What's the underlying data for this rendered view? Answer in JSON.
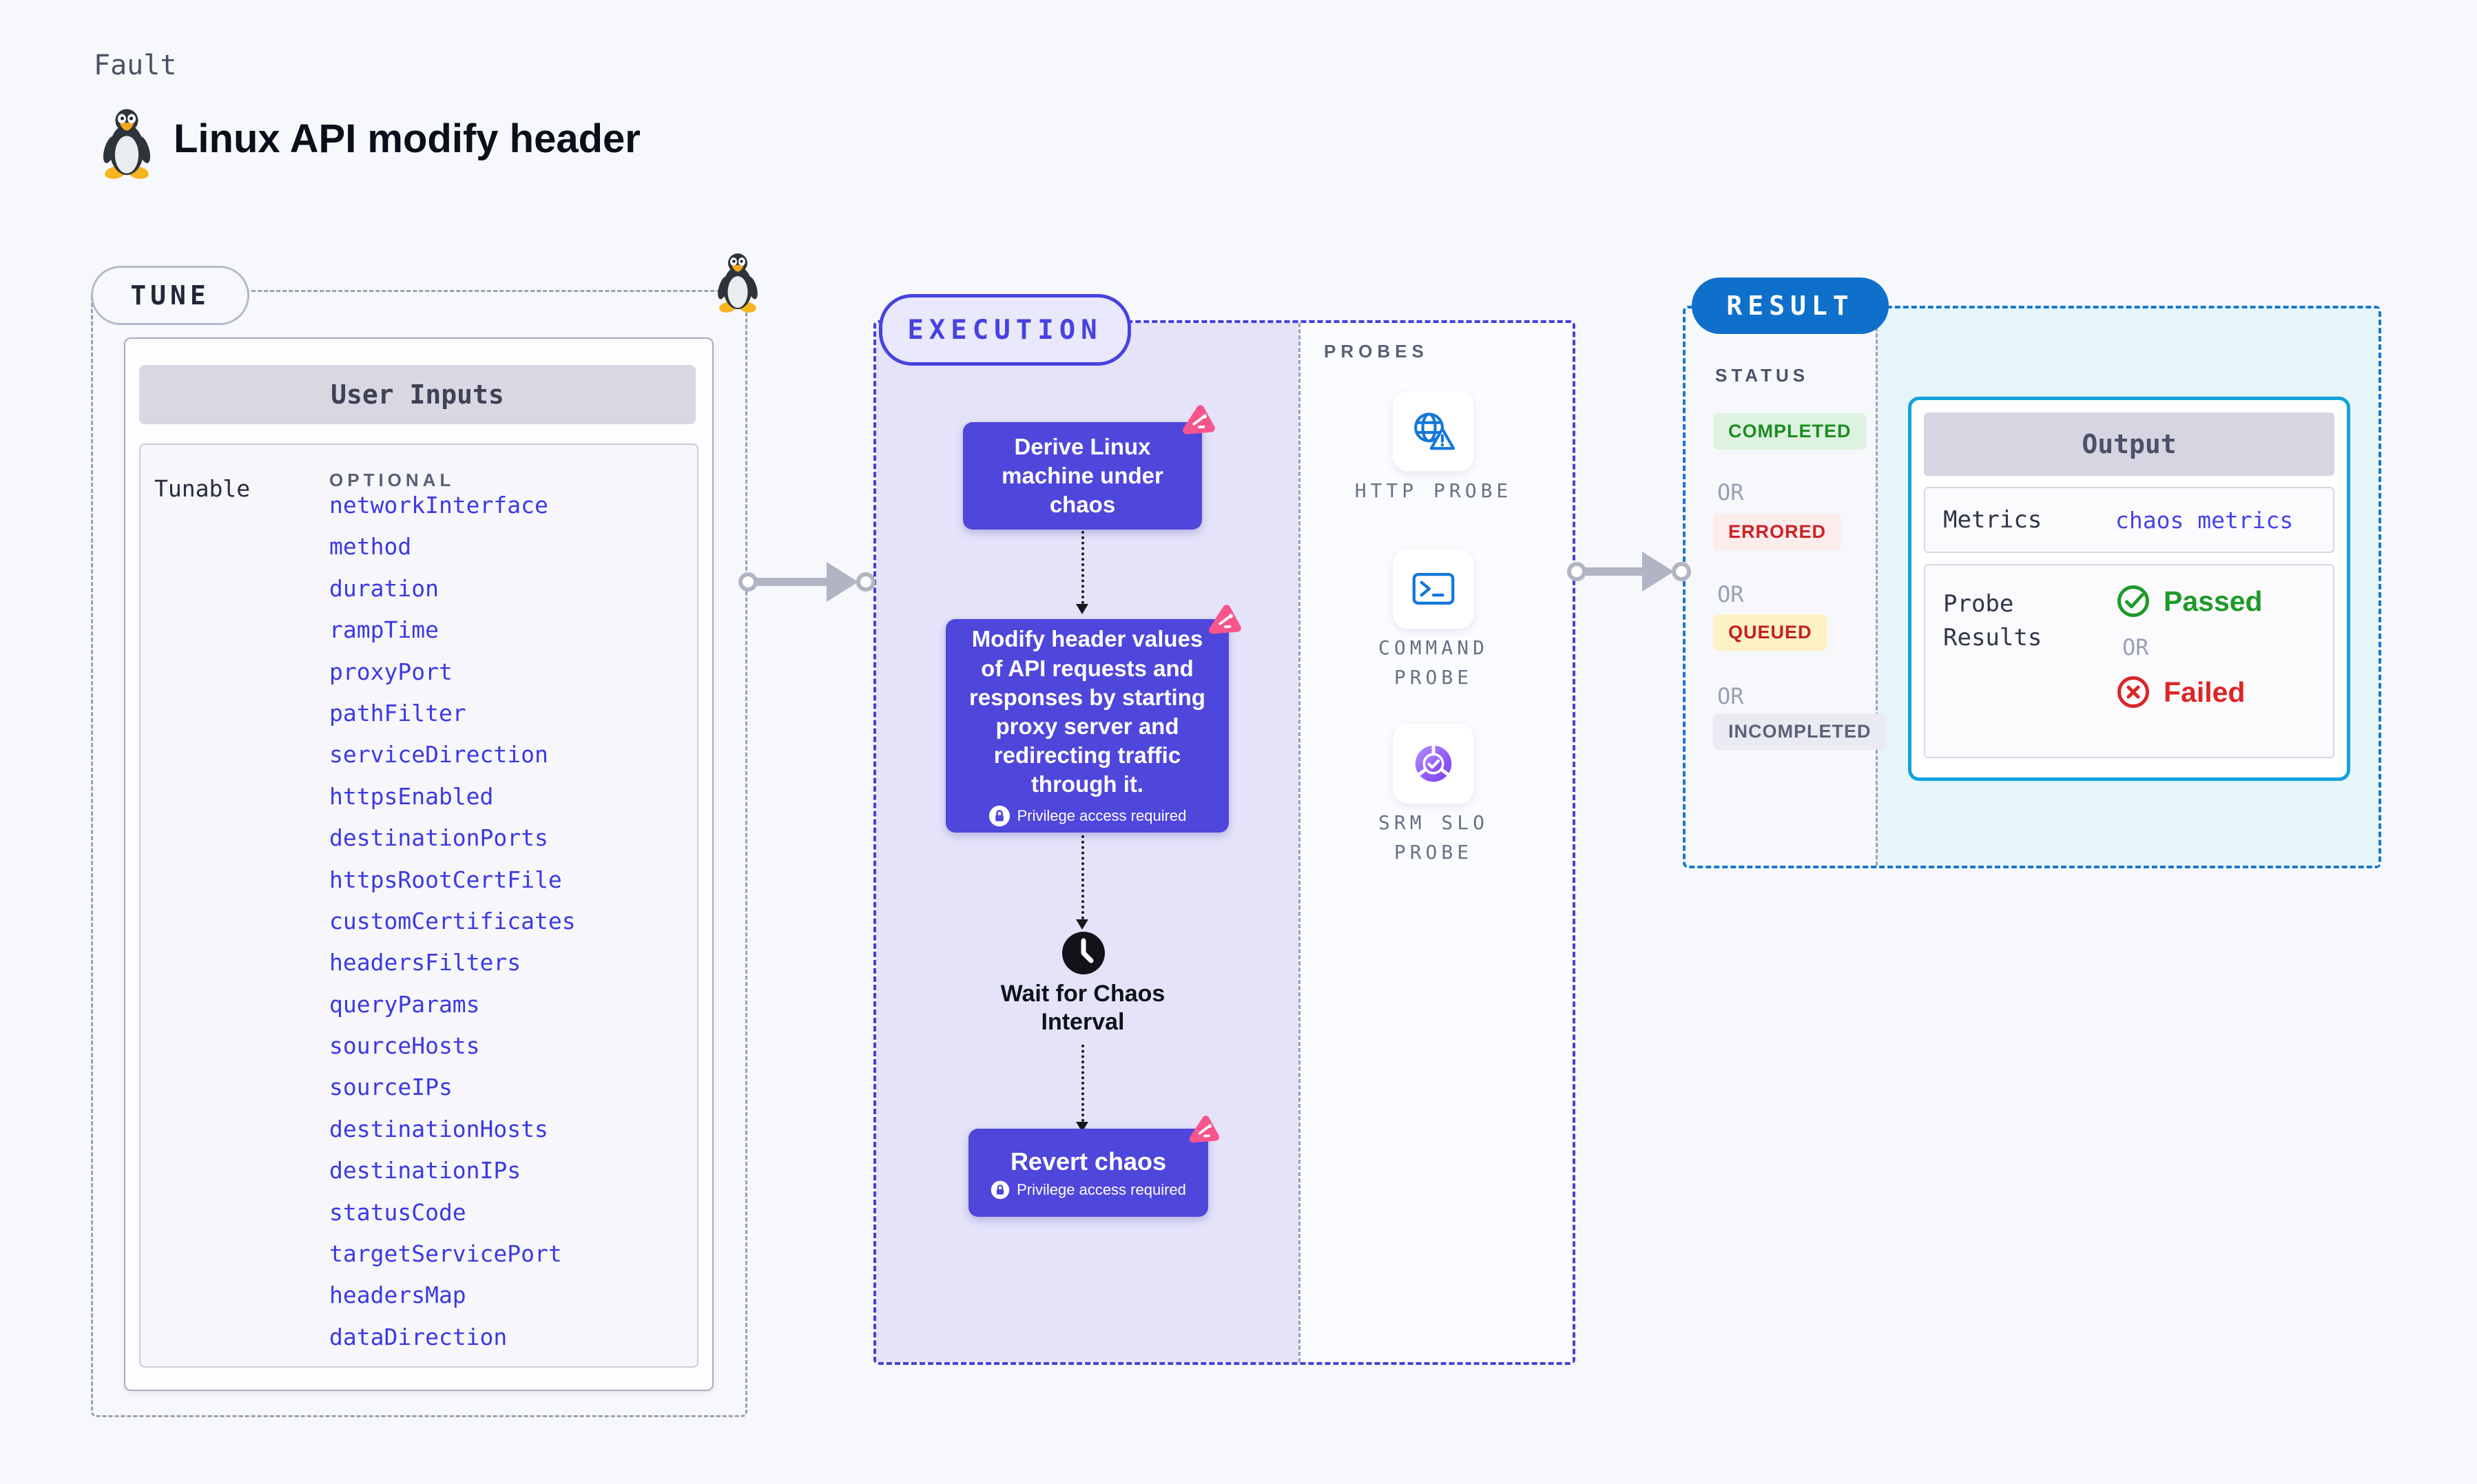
{
  "header": {
    "category": "Fault",
    "title": "Linux API modify header"
  },
  "tune": {
    "badge": "TUNE",
    "table": {
      "title": "User Inputs",
      "row_label": "Tunable",
      "column_header": "OPTIONAL",
      "params": [
        "networkInterface",
        "method",
        "duration",
        "rampTime",
        "proxyPort",
        "pathFilter",
        "serviceDirection",
        "httpsEnabled",
        "destinationPorts",
        "httpsRootCertFile",
        "customCertificates",
        "headersFilters",
        "queryParams",
        "sourceHosts",
        "sourceIPs",
        "destinationHosts",
        "destinationIPs",
        "statusCode",
        "targetServicePort",
        "headersMap",
        "dataDirection"
      ]
    }
  },
  "execution": {
    "badge": "EXECUTION",
    "steps": {
      "derive": "Derive Linux machine under chaos",
      "modify": "Modify header values of API requests and responses by starting proxy server and redirecting traffic through it.",
      "privilege_note": "Privilege access required",
      "wait": "Wait for Chaos Interval",
      "revert": "Revert chaos"
    },
    "probes": {
      "label": "PROBES",
      "items": [
        {
          "label": "HTTP PROBE",
          "icon": "globe-alert-icon"
        },
        {
          "label": "COMMAND PROBE",
          "icon": "terminal-icon"
        },
        {
          "label": "SRM SLO PROBE",
          "icon": "slo-donut-icon"
        }
      ]
    }
  },
  "result": {
    "badge": "RESULT",
    "status": {
      "label": "STATUS",
      "or": "OR",
      "values": [
        "COMPLETED",
        "ERRORED",
        "QUEUED",
        "INCOMPLETED"
      ]
    },
    "output": {
      "title": "Output",
      "metrics_label": "Metrics",
      "metrics_link": "chaos metrics",
      "probe_results_label": "Probe Results",
      "passed": "Passed",
      "or": "OR",
      "failed": "Failed"
    }
  },
  "colors": {
    "step_purple": "#4f46db",
    "chaos_pink": "#f7558c",
    "execution_indigo": "#4742e0",
    "result_blue": "#0e70cb",
    "output_cyan_border": "#12a2dc",
    "success_green": "#1f9929",
    "error_red": "#dc2626",
    "param_link_blue": "#3c39e2",
    "completed_green": "#1d8c24",
    "queued_red": "#c41f1f",
    "lavender_bg": "#e4e3f9",
    "cyan_bg": "#e6f5fa"
  }
}
